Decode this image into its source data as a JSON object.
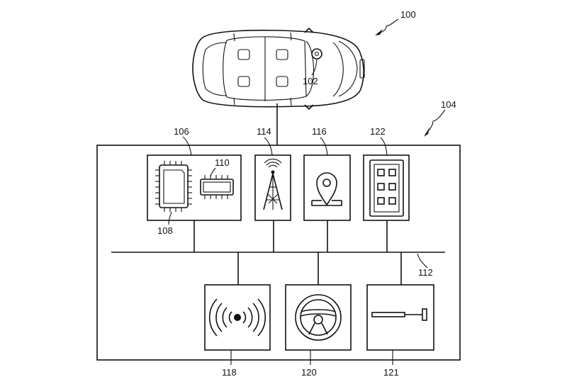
{
  "figure": {
    "refs": {
      "vehicle_system": "100",
      "vehicle": "102",
      "control_unit": "104",
      "processor_module": "106",
      "processor": "108",
      "memory": "110",
      "bus": "112",
      "communication": "114",
      "location": "116",
      "vehicle_sensor": "118",
      "steering": "120",
      "actuator": "121",
      "display": "122"
    }
  }
}
